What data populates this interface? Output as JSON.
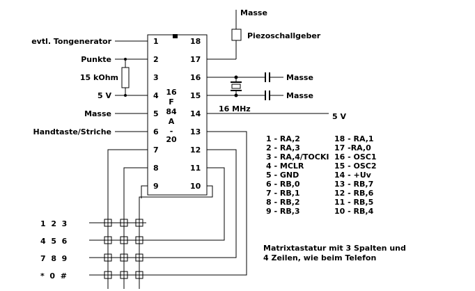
{
  "chip": {
    "part": [
      "16",
      "F",
      "84",
      "A",
      "-",
      "20"
    ],
    "pins_left": [
      "1",
      "2",
      "3",
      "4",
      "5",
      "6",
      "7",
      "8",
      "9"
    ],
    "pins_right": [
      "18",
      "17",
      "16",
      "15",
      "14",
      "13",
      "12",
      "11",
      "10"
    ]
  },
  "labels": {
    "tongenerator": "evtl. Tongenerator",
    "punkte": "Punkte",
    "resistor": "15 kOhm",
    "vplus_left": "5 V",
    "masse_left": "Masse",
    "handtaste": "Handtaste/Striche",
    "masse_top": "Masse",
    "piezo": "Piezoschallgeber",
    "masse_cap1": "Masse",
    "masse_cap2": "Masse",
    "crystal": "16 MHz",
    "vplus_right": "5 V"
  },
  "pinout": {
    "left": [
      "1 - RA,2",
      "2 - RA,3",
      "3 - RA,4/TOCKI",
      "4 - MCLR",
      "5 - GND",
      "6 - RB,0",
      "7 - RB,1",
      "8 - RB,2",
      "9 - RB,3"
    ],
    "right": [
      "18 - RA,1",
      "17 -RA,0",
      "16 - OSC1",
      "15 - OSC2",
      "14 - +Uv",
      "13 - RB,7",
      "12 - RB,6",
      "11 - RB,5",
      "10 - RB,4"
    ]
  },
  "keypad": {
    "rows": [
      "1  2  3",
      "4  5  6",
      "7  8  9",
      "*  0  #"
    ]
  },
  "note": [
    "Matrixtastatur mit 3 Spalten und",
    "4 Zeilen, wie beim Telefon"
  ]
}
